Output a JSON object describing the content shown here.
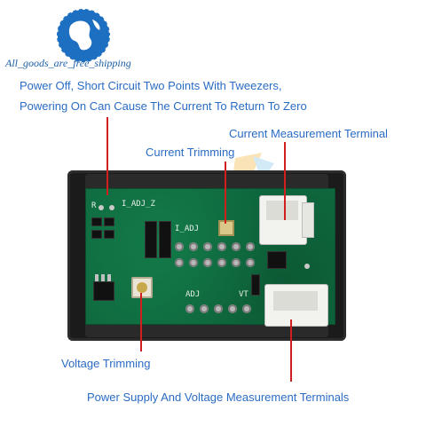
{
  "shop": {
    "name": "All_goods_are_free_shipping"
  },
  "notes": {
    "power_line1": "Power Off, Short Circuit Two Points With Tweezers,",
    "power_line2": "Powering On Can Cause The Current To Return To Zero"
  },
  "labels": {
    "current_terminal": "Current Measurement Terminal",
    "current_trimming": "Current Trimming",
    "voltage_trimming": "Voltage Trimming",
    "supply_terminals": "Power Supply And Voltage Measurement Terminals"
  },
  "silkscreen": {
    "i_adj_z": "I_ADJ_Z",
    "i_adj": "I_ADJ",
    "adj": "ADJ",
    "vt": "VT",
    "r": "R"
  },
  "colors": {
    "label_blue": "#2a6cc4",
    "pointer_red": "#d11f1f",
    "pcb_green": "#0f6a3f",
    "bezel_black": "#1b1b1b"
  },
  "icons": {
    "logo": "globe-logo-icon",
    "watermark": "watermark-shape-icon"
  }
}
